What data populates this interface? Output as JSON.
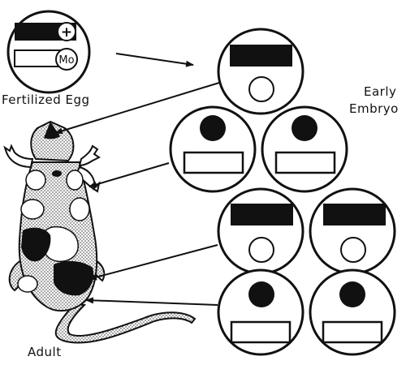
{
  "labels": {
    "fertilized_egg": "Fertilized Egg",
    "early_embryo_line1": "Early",
    "early_embryo_line2": "Embryo",
    "adult": "Adult"
  },
  "egg_symbols": {
    "plus": "+",
    "mo": "Mo"
  },
  "colors": {
    "ink": "#111111",
    "paper": "#ffffff"
  }
}
